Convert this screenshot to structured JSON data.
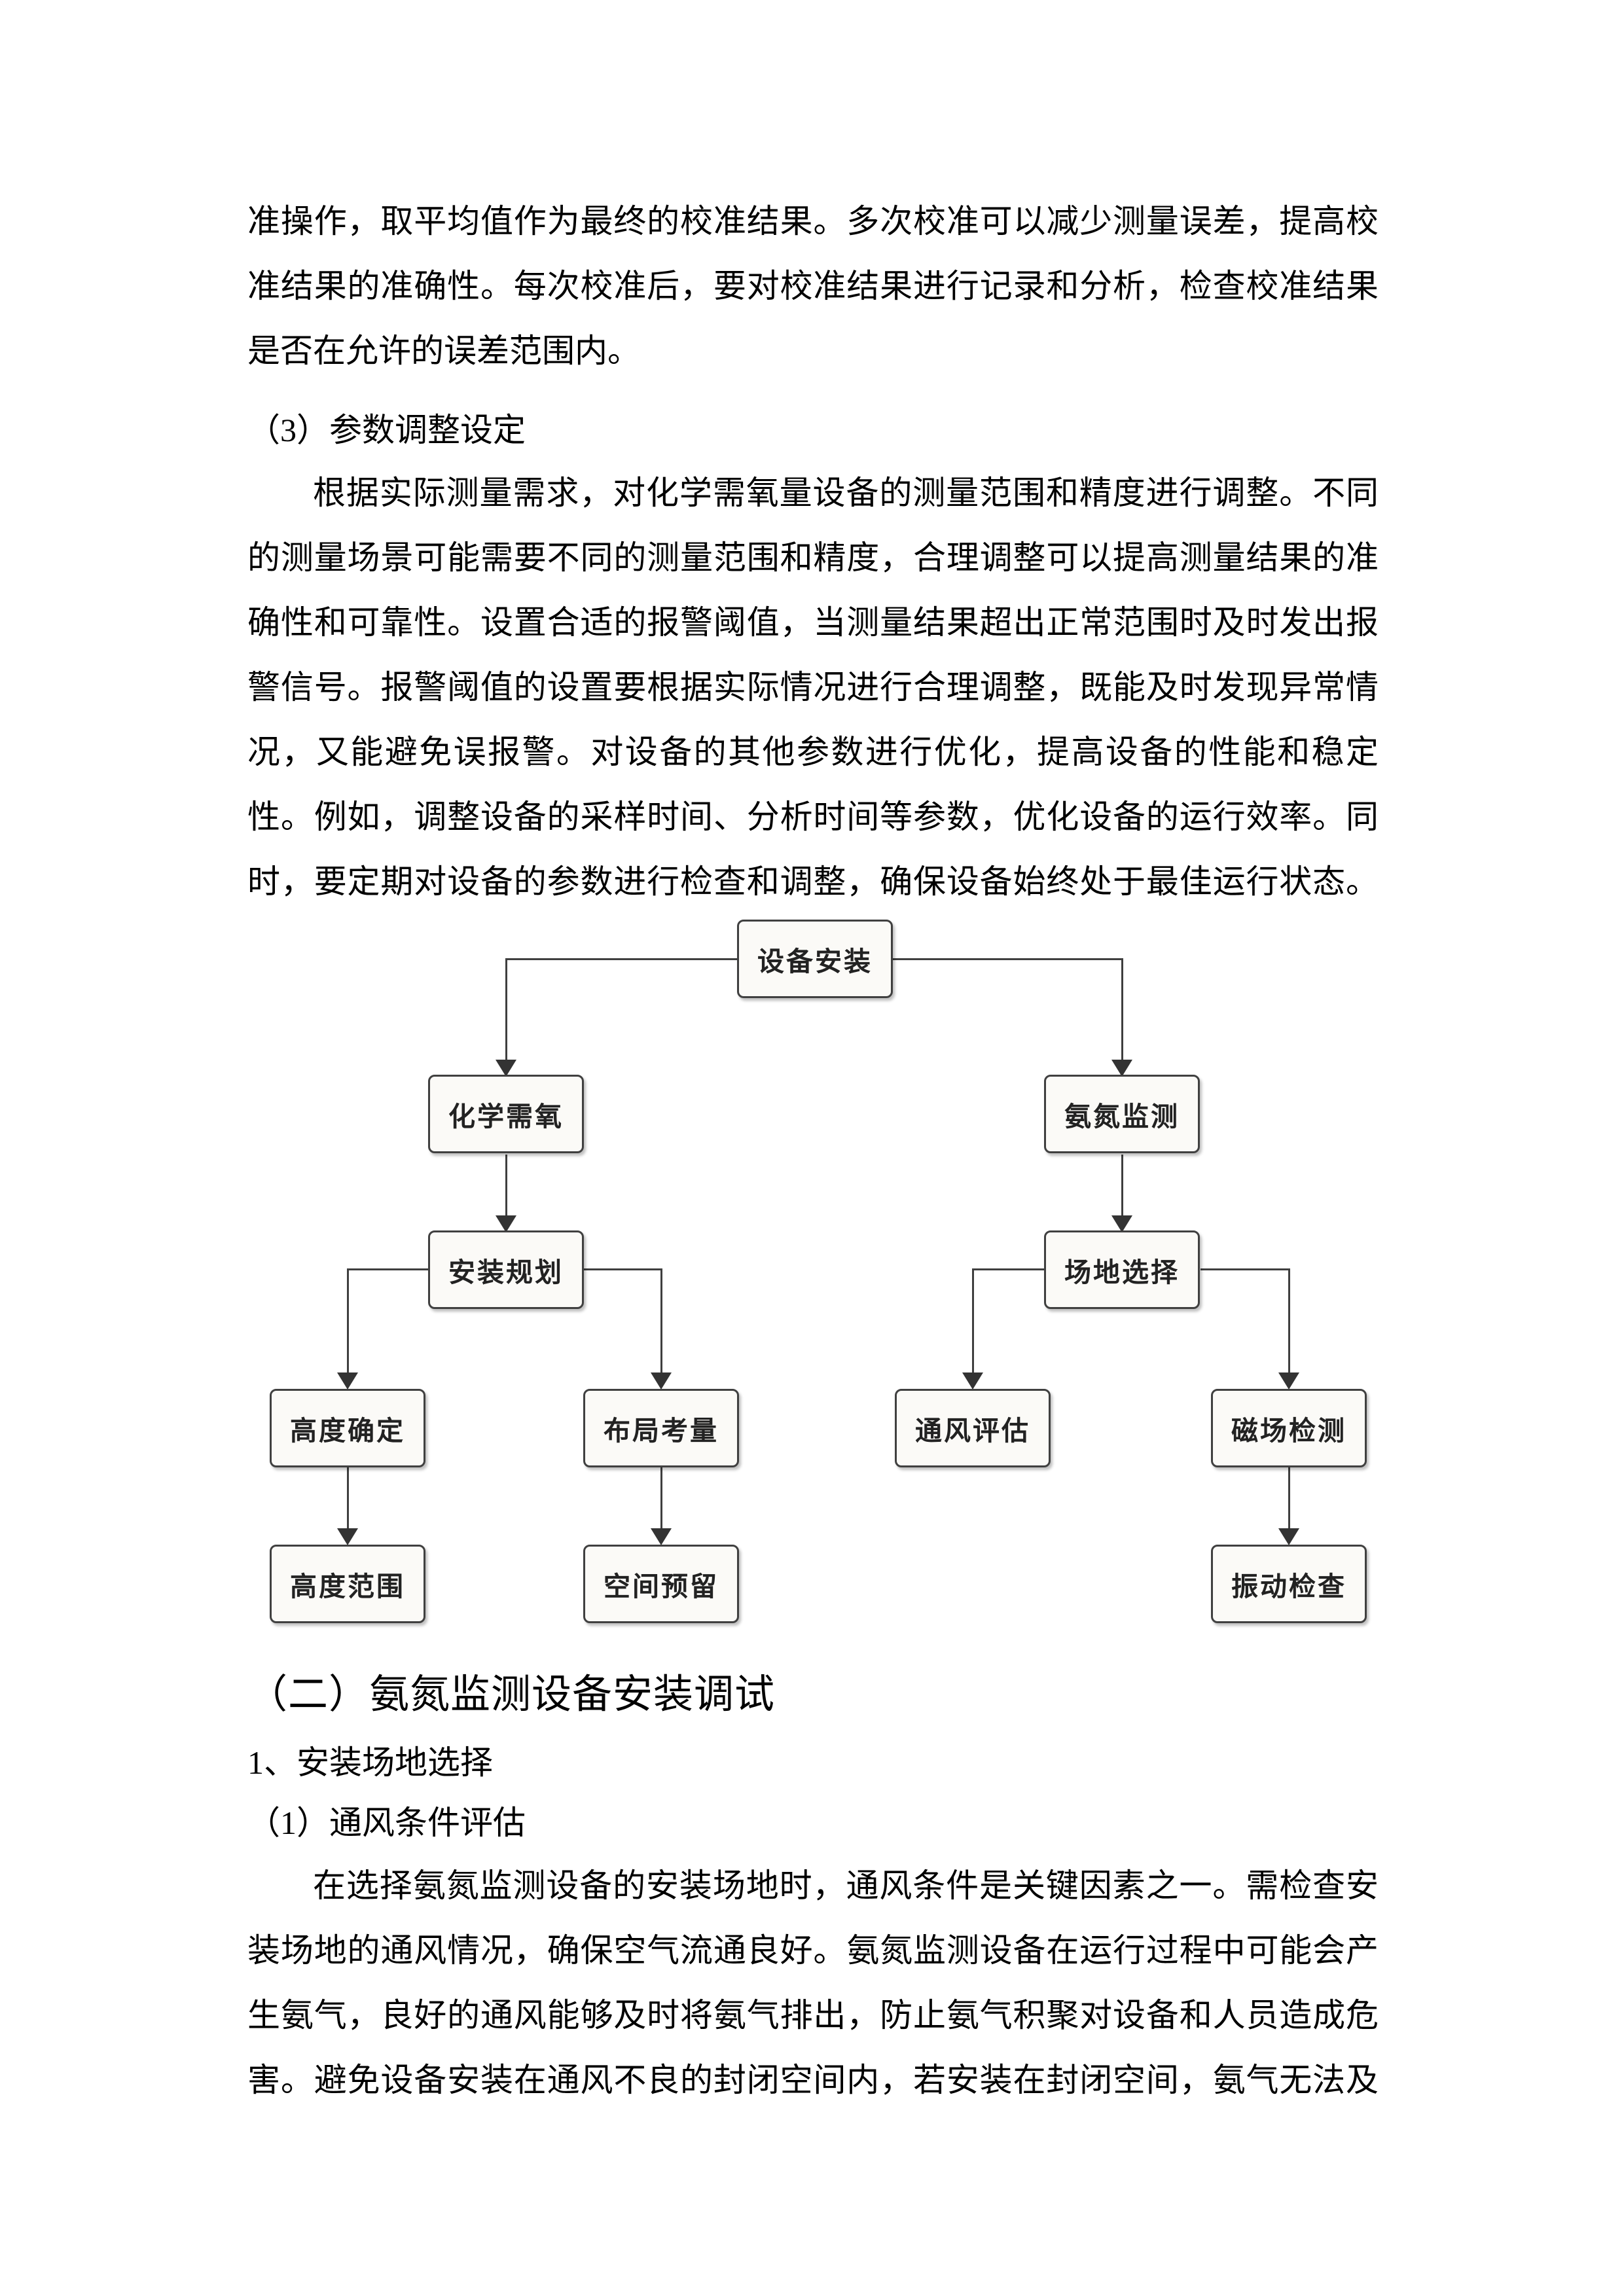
{
  "styles": {
    "page_background": "#ffffff",
    "text_color": "#000000",
    "node_fill": "#fbfaf7",
    "node_border": "#404040",
    "connector_color": "#3f3f3f"
  },
  "document": {
    "paragraph1_lines": [
      "准操作，取平均值作为最终的校准结果。多次校准可以减少测量误差，提高校",
      "准结果的准确性。每次校准后，要对校准结果进行记录和分析，检查校准结果",
      "是否在允许的误差范围内。"
    ],
    "heading_3": "（3）参数调整设定",
    "paragraph2_lines": [
      "根据实际测量需求，对化学需氧量设备的测量范围和精度进行调整。不同",
      "的测量场景可能需要不同的测量范围和精度，合理调整可以提高测量结果的准",
      "确性和可靠性。设置合适的报警阈值，当测量结果超出正常范围时及时发出报",
      "警信号。报警阈值的设置要根据实际情况进行合理调整，既能及时发现异常情",
      "况，又能避免误报警。对设备的其他参数进行优化，提高设备的性能和稳定",
      "性。例如，调整设备的采样时间、分析时间等参数，优化设备的运行效率。同",
      "时，要定期对设备的参数进行检查和调整，确保设备始终处于最佳运行状态。"
    ],
    "heading_section2": "（二）氨氮监测设备安装调试",
    "subheading_1": "1、安装场地选择",
    "subheading_1_1": "（1）通风条件评估",
    "paragraph3_lines": [
      "在选择氨氮监测设备的安装场地时，通风条件是关键因素之一。需检查安",
      "装场地的通风情况，确保空气流通良好。氨氮监测设备在运行过程中可能会产",
      "生氨气，良好的通风能够及时将氨气排出，防止氨气积聚对设备和人员造成危",
      "害。避免设备安装在通风不良的封闭空间内，若安装在封闭空间，氨气无法及"
    ]
  },
  "flowchart": {
    "nodes": [
      {
        "id": "device-installation",
        "label": "设备安装"
      },
      {
        "id": "cod",
        "label": "化学需氧"
      },
      {
        "id": "ammonia-monitoring",
        "label": "氨氮监测"
      },
      {
        "id": "installation-planning",
        "label": "安装规划"
      },
      {
        "id": "site-selection",
        "label": "场地选择"
      },
      {
        "id": "height-determination",
        "label": "高度确定"
      },
      {
        "id": "layout-consideration",
        "label": "布局考量"
      },
      {
        "id": "ventilation-assessment",
        "label": "通风评估"
      },
      {
        "id": "magnetic-field-detection",
        "label": "磁场检测"
      },
      {
        "id": "height-range",
        "label": "高度范围"
      },
      {
        "id": "space-reservation",
        "label": "空间预留"
      },
      {
        "id": "vibration-check",
        "label": "振动检查"
      }
    ],
    "edges": [
      [
        "设备安装",
        "化学需氧"
      ],
      [
        "设备安装",
        "氨氮监测"
      ],
      [
        "化学需氧",
        "安装规划"
      ],
      [
        "氨氮监测",
        "场地选择"
      ],
      [
        "安装规划",
        "高度确定"
      ],
      [
        "安装规划",
        "布局考量"
      ],
      [
        "场地选择",
        "通风评估"
      ],
      [
        "场地选择",
        "磁场检测"
      ],
      [
        "高度确定",
        "高度范围"
      ],
      [
        "布局考量",
        "空间预留"
      ],
      [
        "磁场检测",
        "振动检查"
      ]
    ]
  }
}
